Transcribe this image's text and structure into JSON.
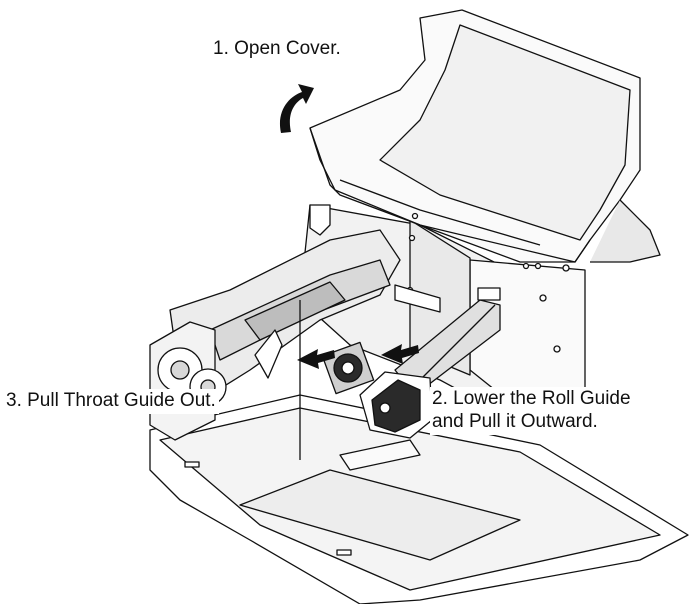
{
  "annotations": {
    "step1": "1. Open Cover.",
    "step2_line1": "2. Lower the Roll Guide",
    "step2_line2": "and Pull it Outward.",
    "step3": "3. Pull Throat Guide Out."
  },
  "colors": {
    "stroke": "#111111",
    "fill_light": "#ffffff",
    "fill_shade": "#e6e6e6",
    "fill_dark": "#2a2a2a"
  },
  "icons": [
    "curved-arrow-icon",
    "left-arrow-icon",
    "left-arrow-icon"
  ]
}
